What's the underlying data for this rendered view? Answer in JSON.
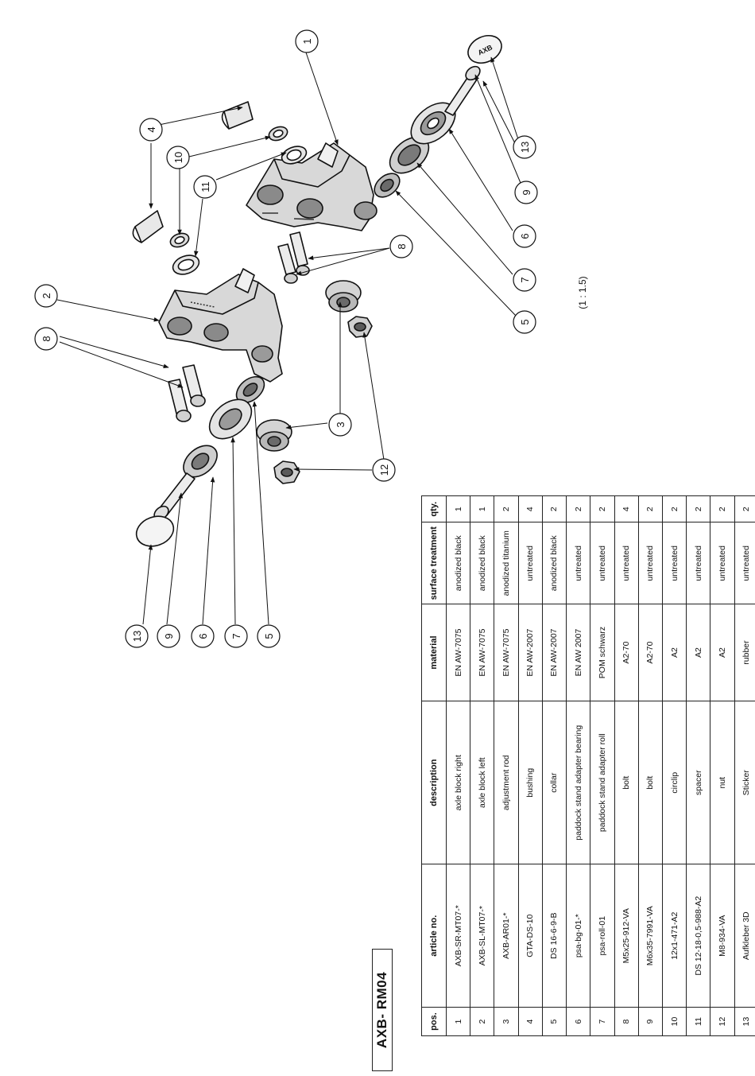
{
  "title": "AXB- RM04",
  "scale_note": "(1 : 1.5)",
  "table": {
    "headers": [
      "pos.",
      "article no.",
      "description",
      "material",
      "surface treatment",
      "qty."
    ],
    "rows": [
      [
        "1",
        "AXB-SR-MT07-*",
        "axle block right",
        "EN AW-7075",
        "anodized black",
        "1"
      ],
      [
        "2",
        "AXB-SL-MT07-*",
        "axle block left",
        "EN AW-7075",
        "anodized black",
        "1"
      ],
      [
        "3",
        "AXB-AR01-*",
        "adjustment rod",
        "EN AW-7075",
        "anodized titanium",
        "2"
      ],
      [
        "4",
        "GTA-DS-10",
        "bushing",
        "EN AW-2007",
        "untreated",
        "4"
      ],
      [
        "5",
        "DS 16-6-9-B",
        "collar",
        "EN AW-2007",
        "anodized black",
        "2"
      ],
      [
        "6",
        "psa-bg-01-*",
        "paddock stand adapter bearing",
        "EN AW 2007",
        "untreated",
        "2"
      ],
      [
        "7",
        "psa-roll-01",
        "paddock stand adapter roll",
        "POM schwarz",
        "untreated",
        "2"
      ],
      [
        "8",
        "M5x25-912-VA",
        "bolt",
        "A2-70",
        "untreated",
        "4"
      ],
      [
        "9",
        "M6x35-7991-VA",
        "bolt",
        "A2-70",
        "untreated",
        "2"
      ],
      [
        "10",
        "12x1-471-A2",
        "circlip",
        "A2",
        "untreated",
        "2"
      ],
      [
        "11",
        "DS 12-18-0,5-988-A2",
        "spacer",
        "A2",
        "untreated",
        "2"
      ],
      [
        "12",
        "M8-934-VA",
        "nut",
        "A2",
        "untreated",
        "2"
      ],
      [
        "13",
        "Aufkleber 3D",
        "Sticker",
        "rubber",
        "untreated",
        "2"
      ]
    ]
  },
  "balloons": {
    "b1": "1",
    "b2": "2",
    "b3": "3",
    "b4": "4",
    "b5_right": "5",
    "b5_left": "5",
    "b6_right": "6",
    "b6_left": "6",
    "b7_right": "7",
    "b7_left": "7",
    "b8_right": "8",
    "b8_left": "8",
    "b9_right": "9",
    "b9_left": "9",
    "b10": "10",
    "b11_upper": "11",
    "b11_lower": "11",
    "b12": "12",
    "b13_right": "13",
    "b13_left": "13"
  },
  "sticker_text": "AXB"
}
